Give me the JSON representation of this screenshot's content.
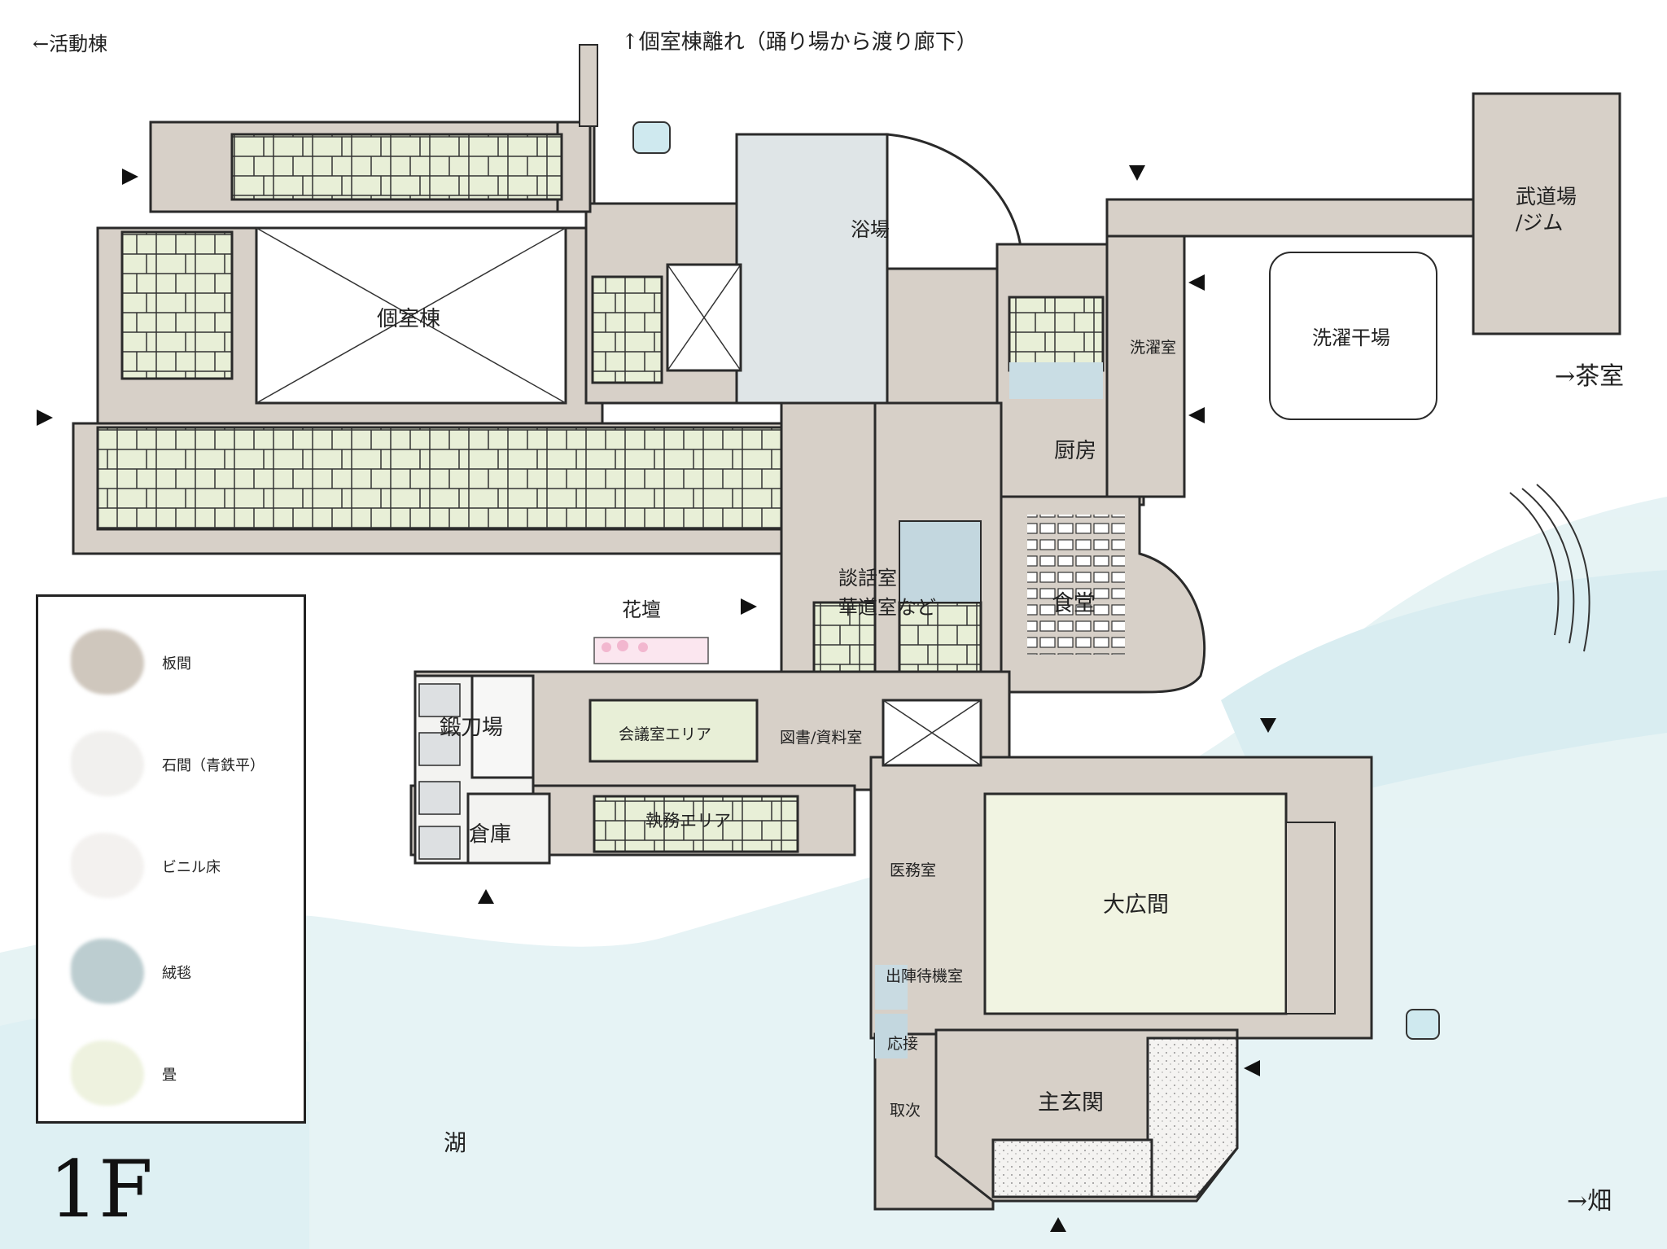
{
  "floor": "1F",
  "directions": {
    "west": "←活動棟",
    "north": "↑個室棟離れ（踊り場から渡り廊下）",
    "east_tea": "→茶室",
    "east_field": "→畑"
  },
  "rooms": {
    "koshitsu": "個室棟",
    "yokujo": "浴場",
    "sentaku": "洗濯室",
    "sentakuhoshi": "洗濯干場",
    "budo": "武道場",
    "gym": "/ジム",
    "chubo": "厨房",
    "shokudo": "食堂",
    "danwa": "談話室",
    "kado": "華道室など",
    "kadan": "花壇",
    "tanto": "鍛刀場",
    "soko": "倉庫",
    "kaigi": "会議室エリア",
    "tosho": "図書/資料室",
    "shitsumu": "執務エリア",
    "imu": "医務室",
    "shutsujin": "出陣待機室",
    "osetsu": "応接",
    "toritsugi": "取次",
    "ohiroma": "大広間",
    "genkan": "主玄関",
    "mizuumi": "湖"
  },
  "legend": [
    {
      "label": "板間",
      "color": "#cfc7bd"
    },
    {
      "label": "石間（青鉄平）",
      "color": "#f1f0ee"
    },
    {
      "label": "ビニル床",
      "color": "#f3f1ef"
    },
    {
      "label": "絨毯",
      "color": "#bccdd0"
    },
    {
      "label": "畳",
      "color": "#eef2df"
    }
  ],
  "colors": {
    "floor_wood": "#d7d0c8",
    "tatami": "#e8efd7",
    "carpet": "#c3d7df",
    "water": "#dff0f2",
    "wall": "#2a2a2a"
  }
}
